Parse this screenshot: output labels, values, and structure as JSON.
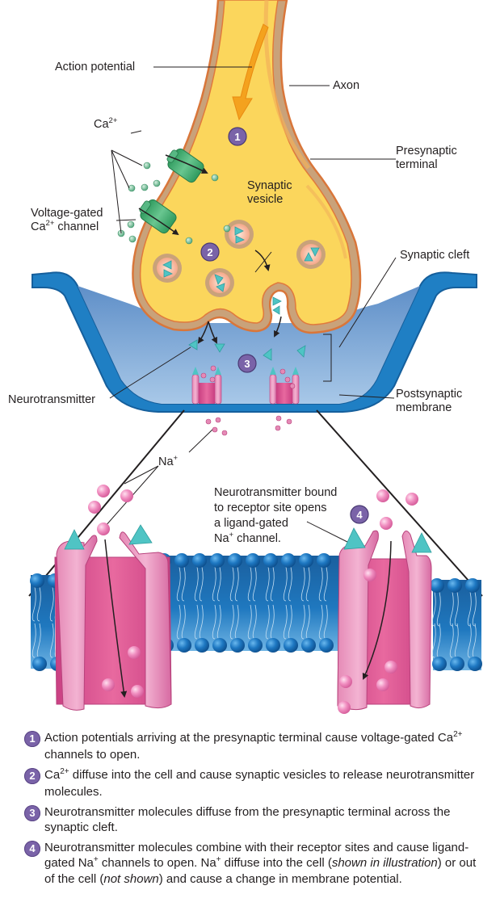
{
  "figure": {
    "labels": {
      "action_potential": "Action potential",
      "axon": "Axon",
      "ca_ion": "Ca",
      "ca_ion_sup": "2+",
      "presynaptic_terminal_1": "Presynaptic",
      "presynaptic_terminal_2": "terminal",
      "synaptic_vesicle_1": "Synaptic",
      "synaptic_vesicle_2": "vesicle",
      "voltage_gated_1": "Voltage-gated",
      "voltage_gated_2_pre": "Ca",
      "voltage_gated_2_sup": "2+",
      "voltage_gated_2_post": " channel",
      "synaptic_cleft": "Synaptic cleft",
      "neurotransmitter": "Neurotransmitter",
      "postsynaptic_membrane_1": "Postsynaptic",
      "postsynaptic_membrane_2": "membrane",
      "na_ion": "Na",
      "na_ion_sup": "+",
      "bound_1": "Neurotransmitter bound",
      "bound_2": "to receptor site opens",
      "bound_3": "a ligand-gated",
      "bound_4_pre": "Na",
      "bound_4_sup": "+",
      "bound_4_post": " channel."
    },
    "markers": [
      "1",
      "2",
      "3",
      "4"
    ],
    "colors": {
      "cytoplasm": "#fbd65c",
      "membrane_outer": "#c9a27a",
      "membrane_edge": "#e07a3c",
      "cleft": "#7fa9d8",
      "postsynaptic": "#1f7fc4",
      "channel_ca": "#3aa66a",
      "channel_na": "#d64d8f",
      "neurotransmitter": "#4fc4c4",
      "na_ion": "#ee8fbf",
      "ca_ion": "#7dc4a0",
      "marker": "#7a63a8",
      "action_arrow": "#f4a21e"
    }
  },
  "steps": [
    {
      "number": "1",
      "parts": [
        {
          "t": "Action potentials arriving at the presynaptic terminal cause voltage-gated Ca"
        },
        {
          "sup": "2+"
        },
        {
          "t": " channels to open."
        }
      ]
    },
    {
      "number": "2",
      "parts": [
        {
          "t": "Ca"
        },
        {
          "sup": "2+"
        },
        {
          "t": " diffuse into the cell and cause synaptic vesicles to release neurotransmitter molecules."
        }
      ]
    },
    {
      "number": "3",
      "parts": [
        {
          "t": "Neurotransmitter molecules diffuse from the presynaptic terminal across the synaptic cleft."
        }
      ]
    },
    {
      "number": "4",
      "parts": [
        {
          "t": "Neurotransmitter molecules combine with their receptor sites and cause ligand-gated Na"
        },
        {
          "sup": "+"
        },
        {
          "t": " channels to open. Na"
        },
        {
          "sup": "+"
        },
        {
          "t": " diffuse into the cell ("
        },
        {
          "i": "shown in illustration"
        },
        {
          "t": ") or out of the cell ("
        },
        {
          "i": "not shown"
        },
        {
          "t": ") and cause a change in membrane potential."
        }
      ]
    }
  ]
}
